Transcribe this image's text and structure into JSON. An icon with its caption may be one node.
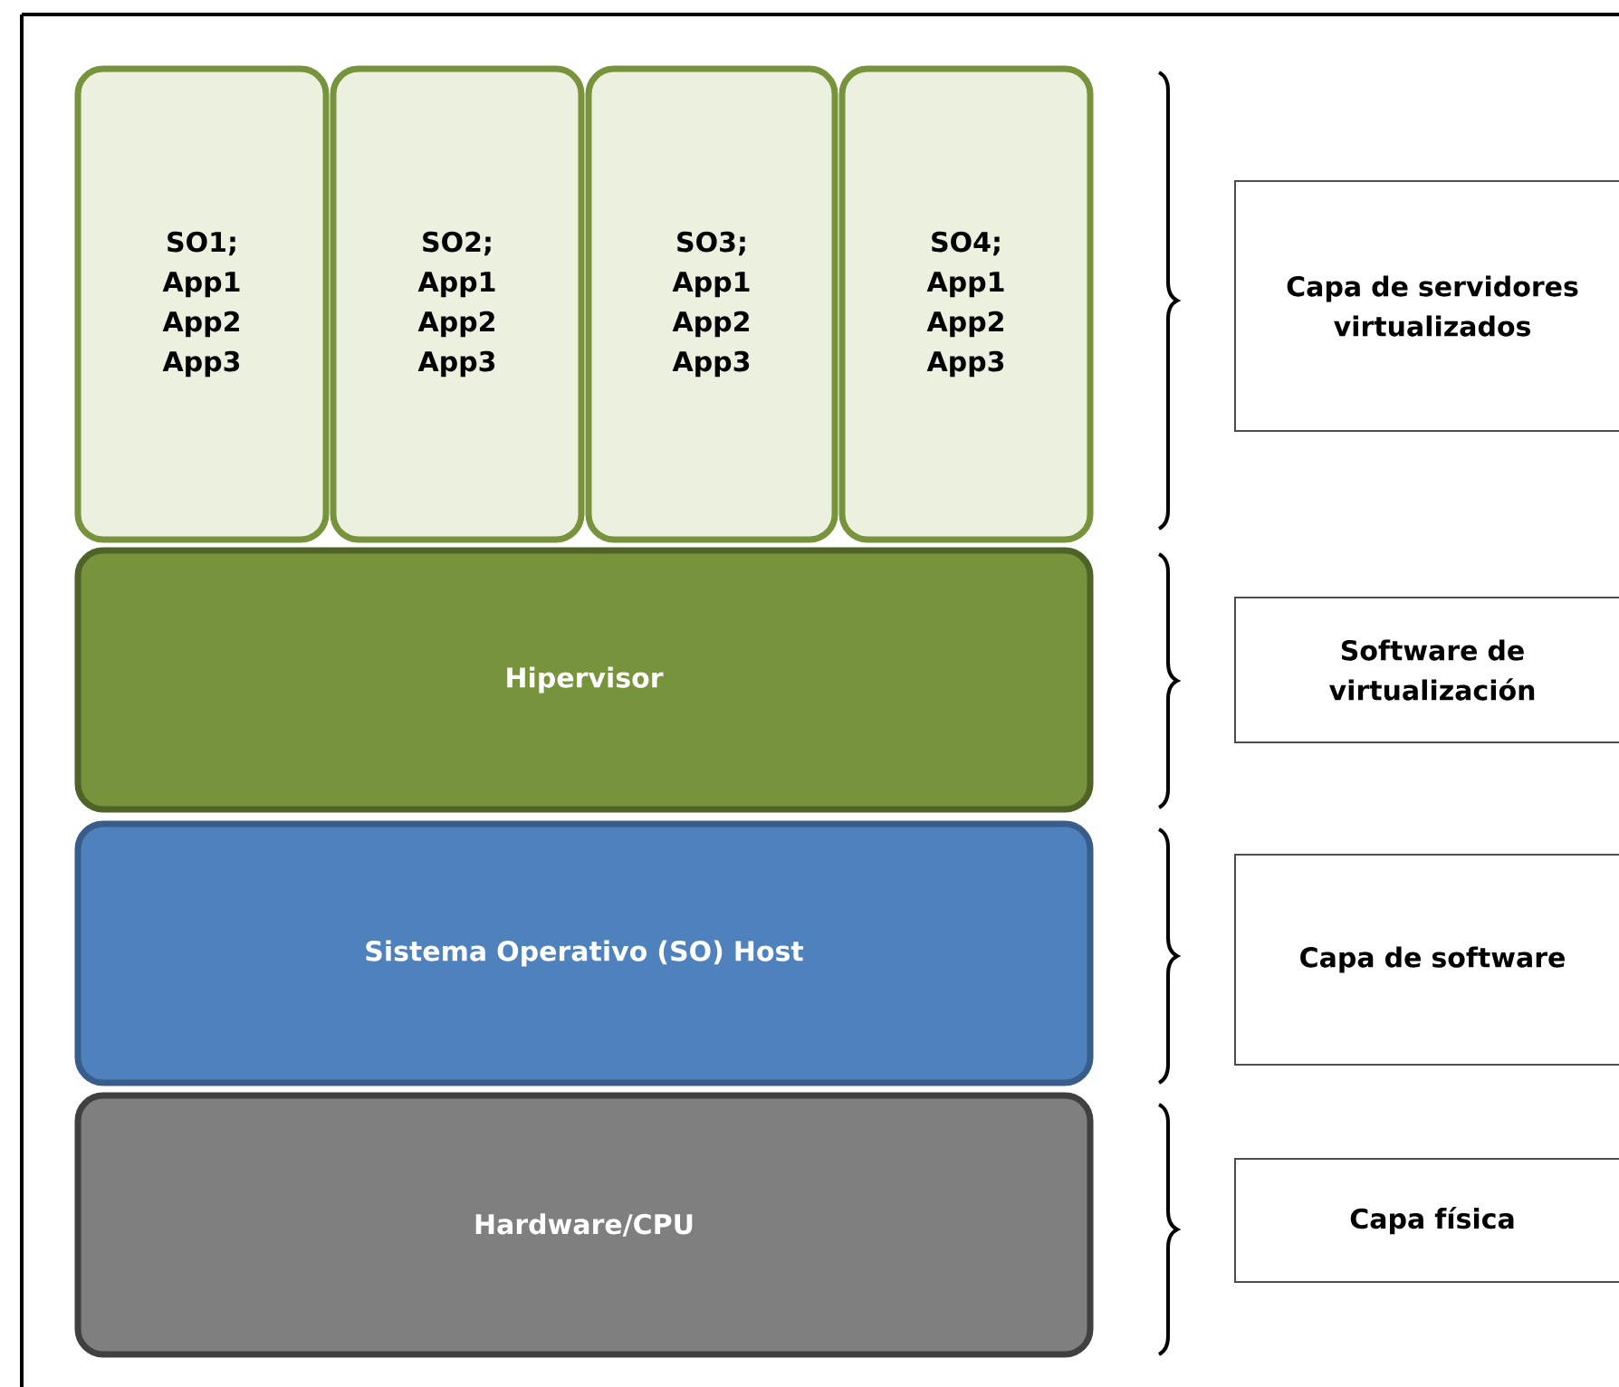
{
  "diagram": {
    "nodes": [
      {
        "text": [
          "SO1; App1 App2 App3"
        ]
      },
      {
        "text": [
          "SO2; App1 App2 App3"
        ]
      },
      {
        "text": [
          "SO3; App1 App2 App3"
        ]
      },
      {
        "text": [
          "SO4; App1 App2 App3"
        ]
      },
      {
        "text": [
          "Hipervisor"
        ]
      },
      {
        "text": [
          "Sistema Operativo (SO) Host"
        ]
      },
      {
        "text": [
          "Hardware/CPU"
        ]
      },
      {
        "text": [
          "Capa de servidores virtualizados"
        ]
      },
      {
        "text": [
          "Software de virtualización"
        ]
      },
      {
        "text": [
          "Capa de software"
        ]
      },
      {
        "text": [
          "Capa física"
        ]
      }
    ]
  }
}
